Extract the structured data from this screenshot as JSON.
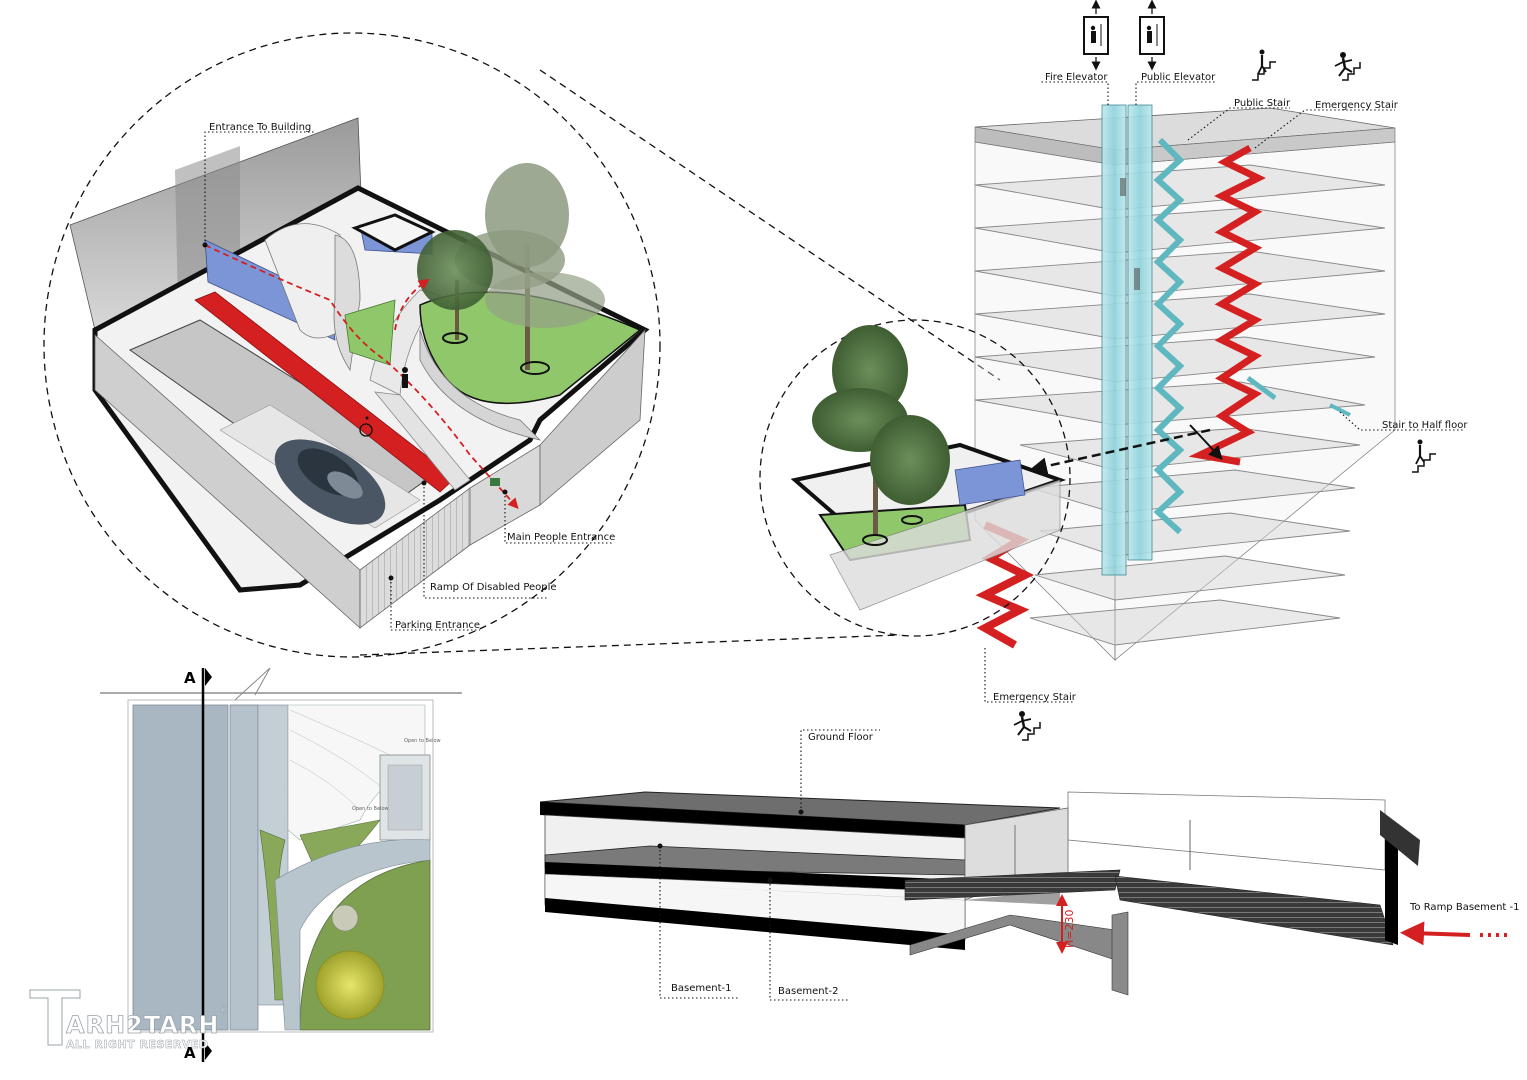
{
  "labels": {
    "entrance_to_building": "Entrance To Building",
    "main_people_entrance": "Main People Entrance",
    "ramp_disabled": "Ramp Of Disabled People",
    "parking_entrance": "Parking Entrance",
    "fire_elevator": "Fire Elevator",
    "public_elevator": "Public Elevator",
    "public_stair": "Public Stair",
    "emergency_stair_top": "Emergency Stair",
    "stair_half_floor": "Stair to Half floor",
    "emergency_stair_bottom": "Emergency Stair",
    "ground_floor": "Ground Floor",
    "basement_1": "Basement-1",
    "basement_2": "Basement-2",
    "to_ramp": "To Ramp Basement  -1",
    "height_mark": "H=230",
    "section_a_top": "A",
    "section_a_bottom": "A",
    "open_to_below_1": "Open to Below",
    "open_to_below_2": "Open to Below"
  },
  "watermark": {
    "brand": "ARH2TARH",
    "rights": "ALL RIGHT RESERVED",
    "copyright": "©"
  },
  "colors": {
    "emergency_red": "#d42020",
    "public_cyan": "#5fb8c0",
    "glass_shaft": "#8fd3dc",
    "lawn_green": "#8fc76a",
    "plan_blue": "#a9b7c2",
    "wall_blue": "#7c95d6"
  },
  "icons": [
    "fire-elevator-icon",
    "public-elevator-icon",
    "public-stair-icon",
    "emergency-stair-icon",
    "half-floor-stair-icon",
    "disabled-icon",
    "arrow-icon"
  ]
}
